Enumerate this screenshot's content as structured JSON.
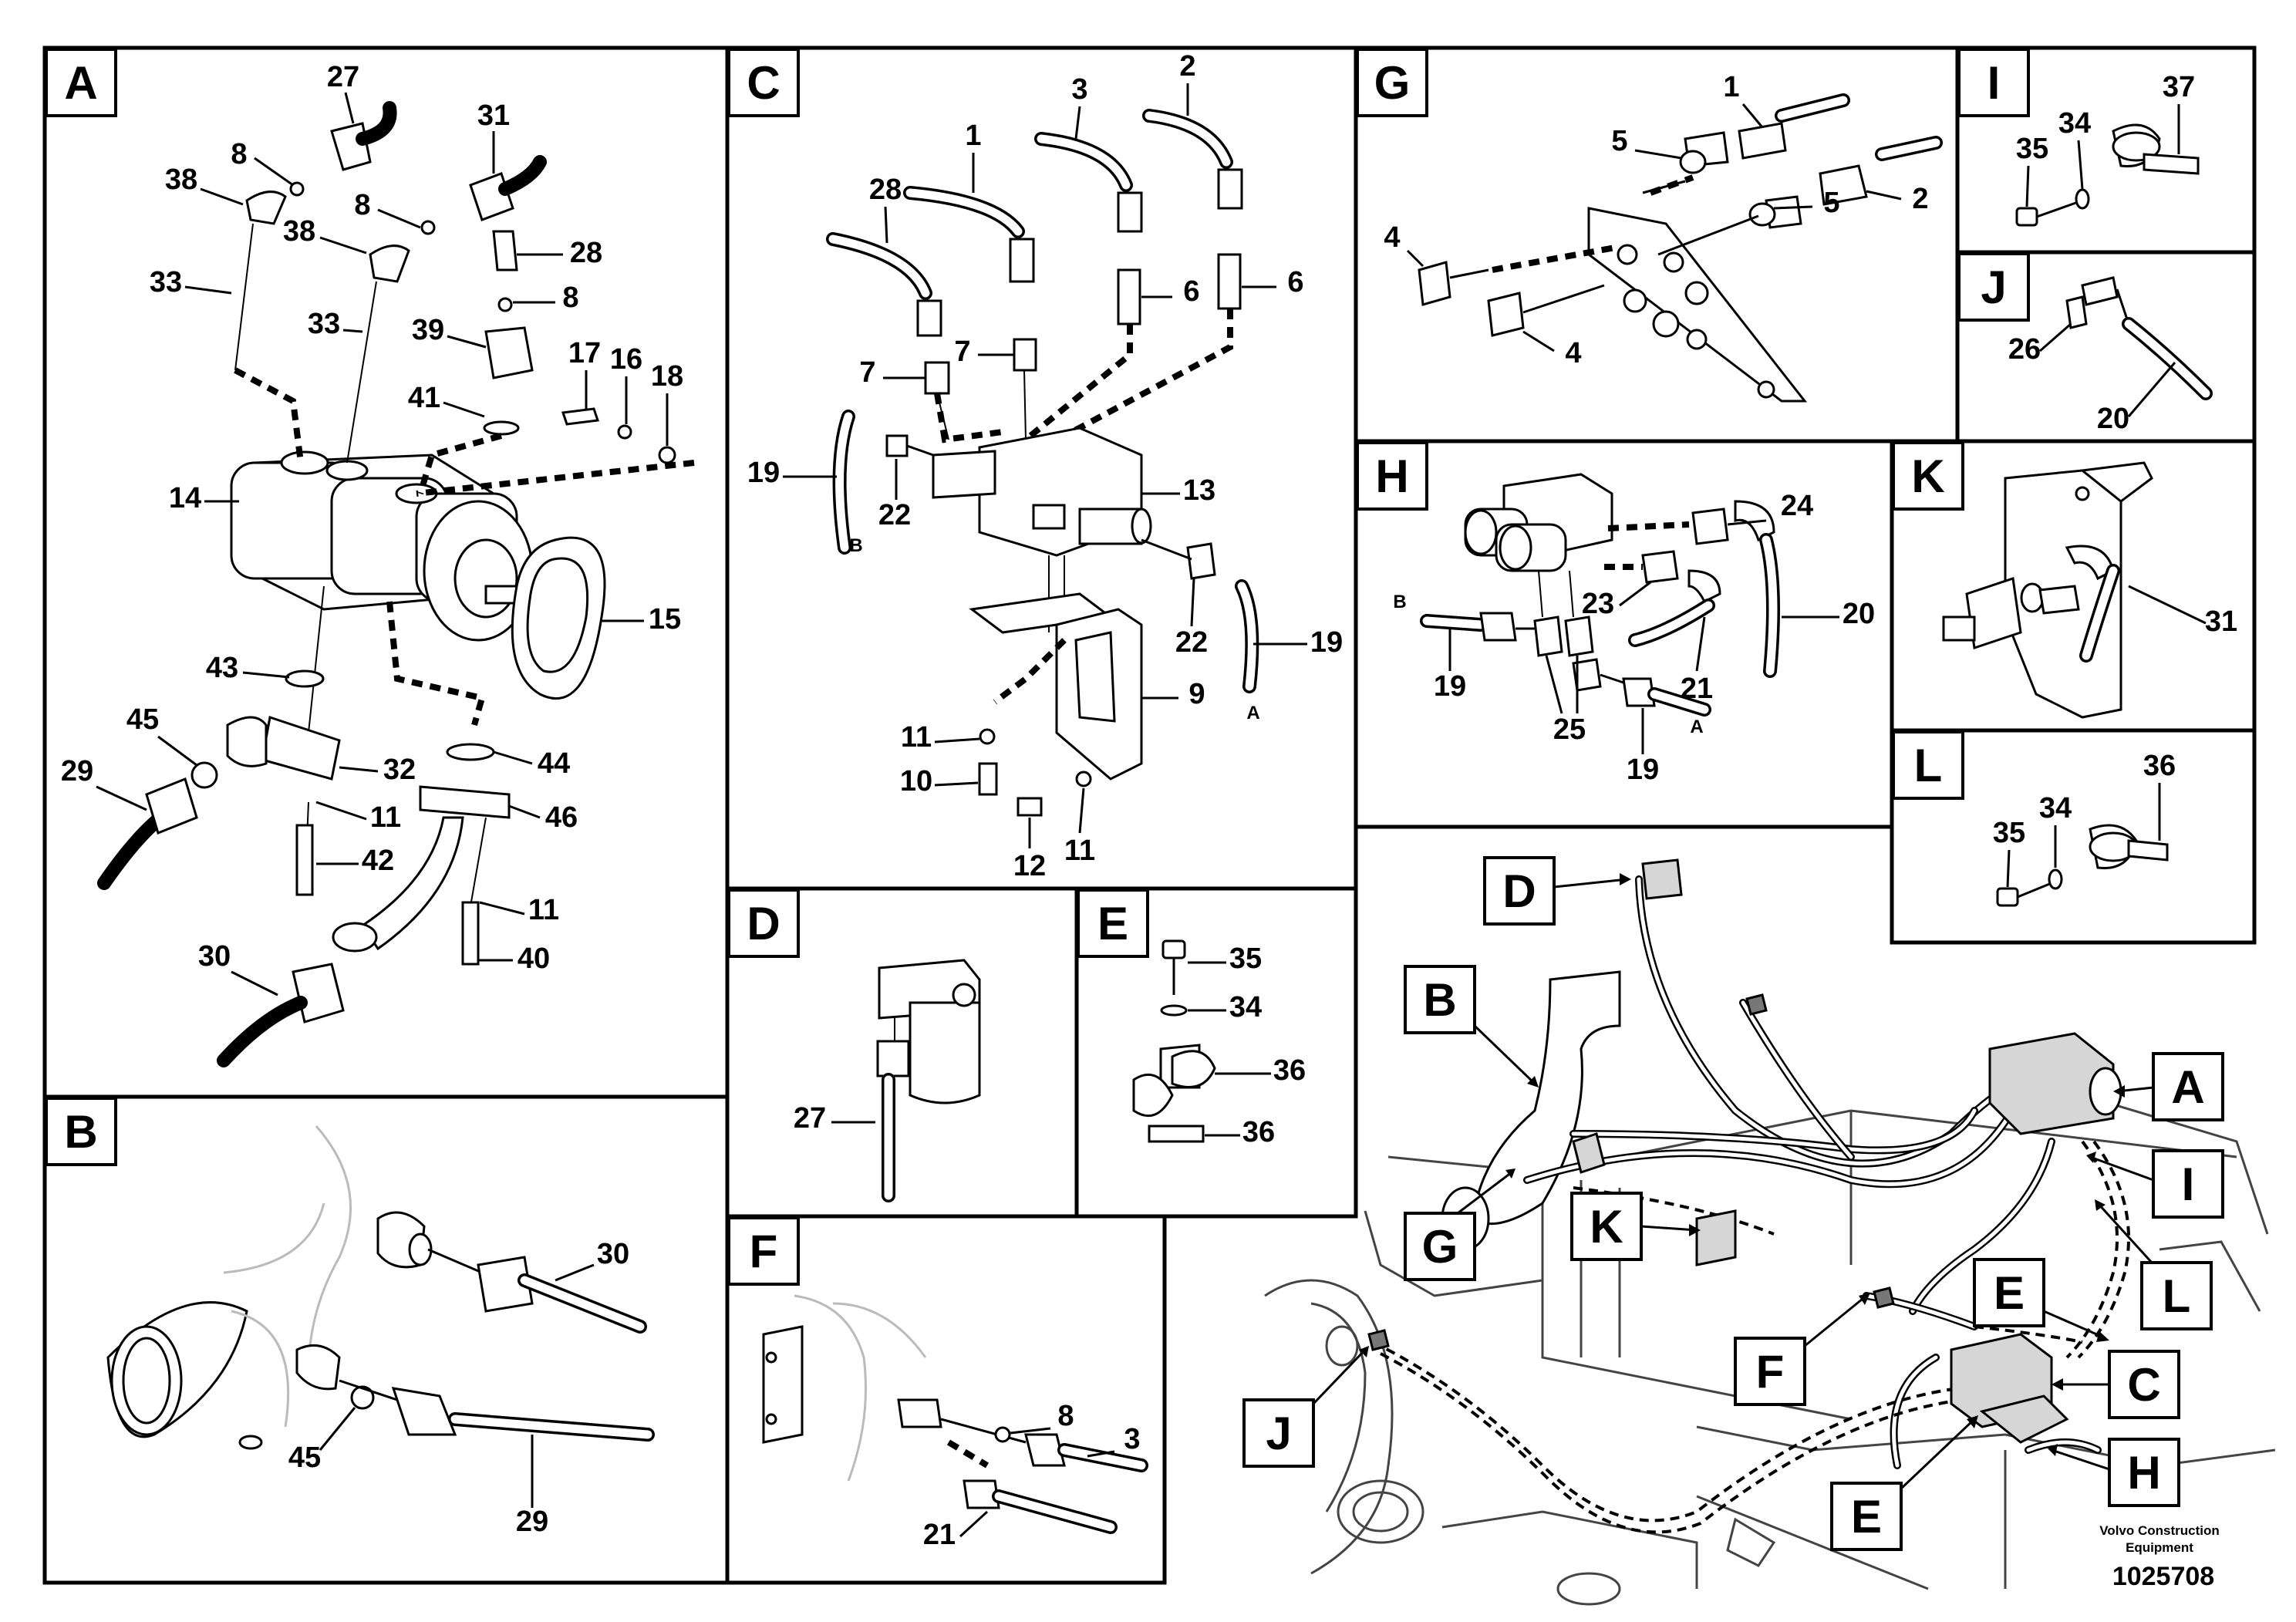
{
  "panels": {
    "A": {
      "label": "A",
      "callouts": [
        "27",
        "31",
        "8",
        "38",
        "8",
        "38",
        "28",
        "33",
        "33",
        "8",
        "39",
        "17",
        "16",
        "18",
        "41",
        "14",
        "15",
        "43",
        "45",
        "29",
        "32",
        "44",
        "11",
        "46",
        "42",
        "11",
        "30",
        "40"
      ]
    },
    "B": {
      "label": "B",
      "callouts": [
        "30",
        "45",
        "29"
      ]
    },
    "C": {
      "label": "C",
      "callouts": [
        "2",
        "3",
        "1",
        "28",
        "6",
        "6",
        "7",
        "7",
        "19",
        "B",
        "22",
        "13",
        "22",
        "19",
        "A",
        "9",
        "11",
        "10",
        "12",
        "11"
      ]
    },
    "D": {
      "label": "D",
      "callouts": [
        "27"
      ]
    },
    "E": {
      "label": "E",
      "callouts": [
        "35",
        "34",
        "36",
        "36"
      ]
    },
    "F": {
      "label": "F",
      "callouts": [
        "8",
        "3",
        "21"
      ]
    },
    "G": {
      "label": "G",
      "callouts": [
        "1",
        "5",
        "2",
        "5",
        "4",
        "4"
      ]
    },
    "H": {
      "label": "H",
      "callouts": [
        "24",
        "23",
        "20",
        "B",
        "19",
        "21",
        "25",
        "A",
        "19"
      ]
    },
    "I": {
      "label": "I",
      "callouts": [
        "37",
        "35",
        "34"
      ]
    },
    "J": {
      "label": "J",
      "callouts": [
        "26",
        "20"
      ]
    },
    "K": {
      "label": "K",
      "callouts": [
        "31"
      ]
    },
    "L": {
      "label": "L",
      "callouts": [
        "36",
        "35",
        "34"
      ]
    }
  },
  "overview": {
    "markers": [
      "D",
      "B",
      "A",
      "G",
      "K",
      "I",
      "E",
      "L",
      "F",
      "C",
      "J",
      "H",
      "E"
    ]
  },
  "footer": {
    "brand_line1": "Volvo Construction",
    "brand_line2": "Equipment",
    "doc_number": "1025708"
  }
}
